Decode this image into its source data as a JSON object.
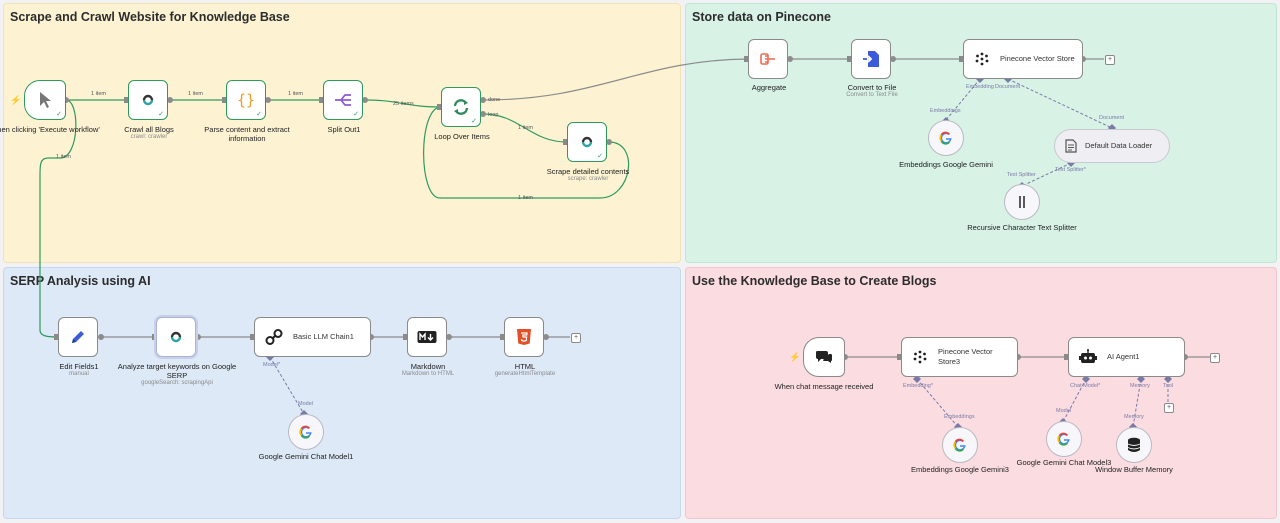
{
  "sections": {
    "scrape": {
      "title": "Scrape and Crawl Website for Knowledge Base",
      "color": "#fdf3d3",
      "border": "#f3e6b7"
    },
    "pinecone": {
      "title": "Store data on Pinecone",
      "color": "#d8f2e6",
      "border": "#c2e8d5"
    },
    "serp": {
      "title": "SERP Analysis using AI",
      "color": "#dde9f6",
      "border": "#c8daef"
    },
    "blogs": {
      "title": "Use the Knowledge Base to Create Blogs",
      "color": "#fbdde1",
      "border": "#f4c7cd"
    }
  },
  "nodes": {
    "manual_trigger": {
      "label": "When clicking 'Execute workflow'"
    },
    "crawl": {
      "label": "Crawl all Blogs",
      "sub": "crawl: crawler"
    },
    "parse": {
      "label": "Parse content and extract information"
    },
    "split": {
      "label": "Split Out1"
    },
    "loop": {
      "label": "Loop Over Items"
    },
    "scrape_detail": {
      "label": "Scrape detailed contents",
      "sub": "scrape: crawler"
    },
    "aggregate": {
      "label": "Aggregate"
    },
    "convert": {
      "label": "Convert to File",
      "sub": "Convert to Text File"
    },
    "pinecone_store": {
      "label": "Pinecone Vector Store"
    },
    "emb_gemini": {
      "label": "Embeddings Google Gemini"
    },
    "data_loader": {
      "label": "Default Data Loader"
    },
    "text_splitter": {
      "label": "Recursive Character Text Splitter"
    },
    "edit_fields": {
      "label": "Edit Fields1",
      "sub": "manual"
    },
    "analyze": {
      "label": "Analyze target keywords on Google SERP",
      "sub": "googleSearch: scrapingApi"
    },
    "llm_chain": {
      "label": "Basic LLM Chain1"
    },
    "markdown": {
      "label": "Markdown",
      "sub": "Markdown to HTML"
    },
    "html": {
      "label": "HTML",
      "sub": "generateHtmlTemplate"
    },
    "gemini_chat1": {
      "label": "Google Gemini Chat Model1"
    },
    "chat_trigger": {
      "label": "When chat message received"
    },
    "pinecone_store3": {
      "label": "Pinecone Vector Store3"
    },
    "ai_agent": {
      "label": "AI Agent1"
    },
    "emb_gemini3": {
      "label": "Embeddings Google Gemini3"
    },
    "gemini_chat3": {
      "label": "Google Gemini Chat Model3"
    },
    "buffer_memory": {
      "label": "Window Buffer Memory"
    }
  },
  "wire_labels": {
    "w1": "1 item",
    "w2": "1 item",
    "w3": "1 item",
    "w4": "25 items",
    "w5": "1 item",
    "w6": "1 item",
    "w7": "1 item",
    "done": "done",
    "loop": "loop"
  },
  "port_labels": {
    "embedding": "Embedding",
    "document": "Document",
    "embeddings_in": "Embeddings",
    "document_in": "Document",
    "text_splitter": "Text Splitter",
    "text_splitter_out": "Text Splitter*",
    "model": "Model*",
    "model_in": "Model",
    "embedding3": "Embedding*",
    "embeddings3_in": "Embeddings",
    "chat_model": "Chat Model*",
    "memory": "Memory",
    "tool": "Tool",
    "model3_in": "Model",
    "memory_in": "Memory"
  },
  "icons": {
    "trigger": "cursor-arrow-icon",
    "crawl": "scraper-logo-icon",
    "parse": "curly-braces-icon",
    "split": "split-out-icon",
    "loop": "refresh-arrows-icon",
    "aggregate": "aggregate-icon",
    "convert": "convert-file-icon",
    "pinecone": "pinecone-logo-icon",
    "google": "google-g-icon",
    "loader": "document-icon",
    "splitter": "splitter-bars-icon",
    "edit": "pencil-icon",
    "chain": "chain-link-icon",
    "markdown": "markdown-icon",
    "html5": "html5-icon",
    "chat": "chat-bubbles-icon",
    "robot": "robot-icon",
    "database": "database-icon"
  },
  "colors": {
    "wire": "#7d7d7d",
    "ok_wire": "#2f9a5e",
    "sub_wire": "#7a7aa6"
  }
}
